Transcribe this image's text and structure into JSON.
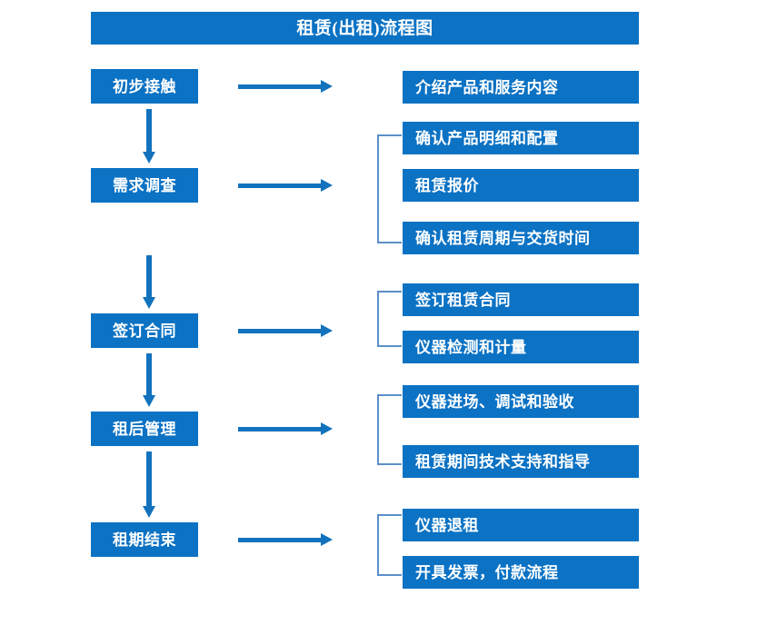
{
  "diagram": {
    "title": "租赁(出租)流程图",
    "colors": {
      "box_fill": "#0b72c4",
      "box_text": "#ffffff",
      "arrow": "#1272bd",
      "bracket": "#5b8fc9",
      "background": "#ffffff"
    },
    "stages": [
      {
        "id": "stage-1",
        "label": "初步接触"
      },
      {
        "id": "stage-2",
        "label": "需求调查"
      },
      {
        "id": "stage-3",
        "label": "签订合同"
      },
      {
        "id": "stage-4",
        "label": "租后管理"
      },
      {
        "id": "stage-5",
        "label": "租期结束"
      }
    ],
    "details": [
      {
        "id": "detail-1",
        "label": "介绍产品和服务内容"
      },
      {
        "id": "detail-2",
        "label": "确认产品明细和配置"
      },
      {
        "id": "detail-3",
        "label": "租赁报价"
      },
      {
        "id": "detail-4",
        "label": "确认租赁周期与交货时间"
      },
      {
        "id": "detail-5",
        "label": "签订租赁合同"
      },
      {
        "id": "detail-6",
        "label": "仪器检测和计量"
      },
      {
        "id": "detail-7",
        "label": "仪器进场、调试和验收"
      },
      {
        "id": "detail-8",
        "label": "租赁期间技术支持和指导"
      },
      {
        "id": "detail-9",
        "label": "仪器退租"
      },
      {
        "id": "detail-10",
        "label": "开具发票，付款流程"
      }
    ],
    "groups": [
      {
        "id": "group-1",
        "stage": "需求调查",
        "members": [
          "确认产品明细和配置",
          "租赁报价",
          "确认租赁周期与交货时间"
        ]
      },
      {
        "id": "group-2",
        "stage": "签订合同",
        "members": [
          "签订租赁合同",
          "仪器检测和计量"
        ]
      },
      {
        "id": "group-3",
        "stage": "租后管理",
        "members": [
          "仪器进场、调试和验收",
          "租赁期间技术支持和指导"
        ]
      },
      {
        "id": "group-4",
        "stage": "租期结束",
        "members": [
          "仪器退租",
          "开具发票，付款流程"
        ]
      }
    ],
    "flow_connections": [
      {
        "from": "初步接触",
        "to": "需求调查",
        "direction": "down"
      },
      {
        "from": "需求调查",
        "to": "签订合同",
        "direction": "down"
      },
      {
        "from": "签订合同",
        "to": "租后管理",
        "direction": "down"
      },
      {
        "from": "租后管理",
        "to": "租期结束",
        "direction": "down"
      },
      {
        "from": "初步接触",
        "to": "介绍产品和服务内容",
        "direction": "right"
      },
      {
        "from": "需求调查",
        "to": "group-1",
        "direction": "right"
      },
      {
        "from": "签订合同",
        "to": "group-2",
        "direction": "right"
      },
      {
        "from": "租后管理",
        "to": "group-3",
        "direction": "right"
      },
      {
        "from": "租期结束",
        "to": "group-4",
        "direction": "right"
      }
    ]
  }
}
